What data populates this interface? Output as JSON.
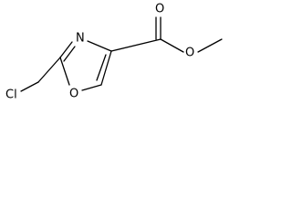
{
  "molecule": {
    "atoms": {
      "chlorine": "Cl",
      "ring_nitrogen": "N",
      "ring_oxygen": "O",
      "carbonyl_oxygen": "O",
      "ester_oxygen": "O"
    }
  }
}
